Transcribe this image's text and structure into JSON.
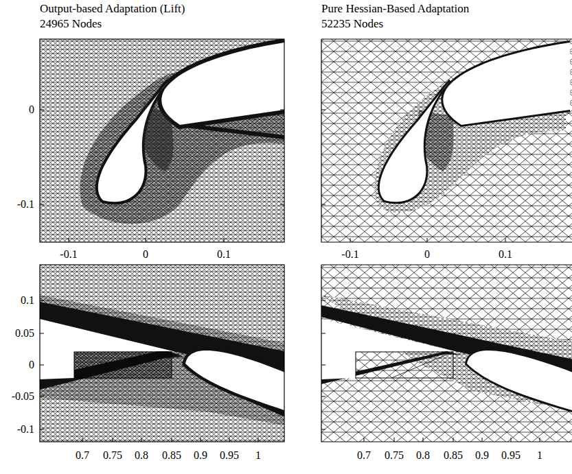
{
  "diagram": {
    "labels": [
      "Output-based Adaptation (Lift)",
      "24965 Nodes",
      "Pure Hessian-Based Adaptation",
      "52235 Nodes",
      "0",
      "-0.1",
      "-0.1",
      "0",
      "0.1",
      "-0.1",
      "0",
      "0.1",
      "0.1",
      "0.05",
      "0",
      "-0.05",
      "-0.1",
      "0.7",
      "0.75",
      "0.8",
      "0.85",
      "0.9",
      "0.95",
      "1",
      "0.7",
      "0.75",
      "0.8",
      "0.85",
      "0.9",
      "0.95",
      "1"
    ]
  }
}
